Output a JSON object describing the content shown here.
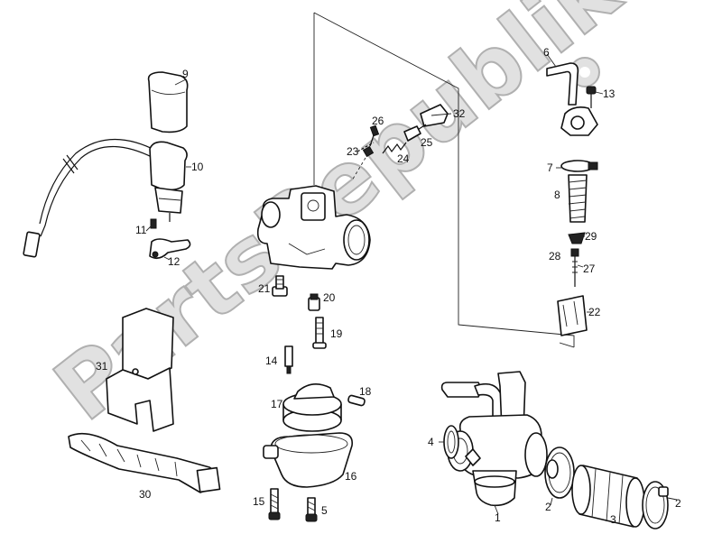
{
  "watermark": "PartsRepublik",
  "callouts": {
    "n1": "1",
    "n2a": "2",
    "n2b": "2",
    "n3": "3",
    "n4": "4",
    "n5": "5",
    "n6": "6",
    "n7": "7",
    "n8": "8",
    "n9": "9",
    "n10": "10",
    "n11": "11",
    "n12": "12",
    "n13": "13",
    "n14": "14",
    "n15": "15",
    "n16": "16",
    "n17": "17",
    "n18": "18",
    "n19": "19",
    "n20": "20",
    "n21": "21",
    "n22": "22",
    "n23": "23",
    "n24": "24",
    "n25": "25",
    "n26": "26",
    "n27": "27",
    "n28": "28",
    "n29": "29",
    "n30": "30",
    "n31": "31",
    "n32": "32"
  }
}
